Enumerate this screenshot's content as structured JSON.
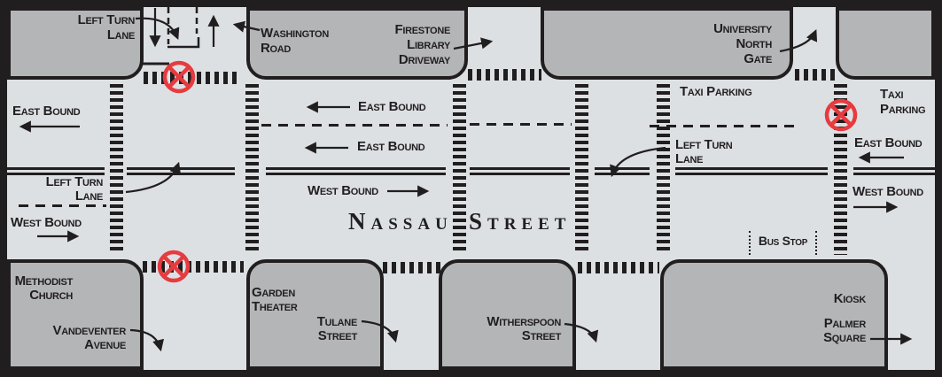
{
  "colors": {
    "street": "#dde0e3",
    "block": "#b4b5b7",
    "ink": "#211e1f",
    "warning_red": "#e63b3f"
  },
  "street_name": {
    "left": "Nassau",
    "right": "Street"
  },
  "roads": {
    "left_turn_top": [
      "Left Turn",
      "Lane"
    ],
    "washington": [
      "Washington",
      "Road"
    ],
    "firestone": [
      "Firestone",
      "Library",
      "Driveway"
    ],
    "university_gate": [
      "University",
      "North",
      "Gate"
    ],
    "methodist": [
      "Methodist",
      "Church"
    ],
    "vandeventer": [
      "Vandeventer",
      "Avenue"
    ],
    "garden_theater": [
      "Garden",
      "Theater"
    ],
    "tulane": [
      "Tulane",
      "Street"
    ],
    "witherspoon": [
      "Witherspoon",
      "Street"
    ],
    "kiosk": "Kiosk",
    "palmer_square": [
      "Palmer",
      "Square"
    ]
  },
  "lanes": {
    "east_bound_left": "East Bound",
    "west_bound_left": "West Bound",
    "left_turn_left": [
      "Left Turn",
      "Lane"
    ],
    "east_bound_mid_upper": "East Bound",
    "east_bound_mid_lower": "East Bound",
    "west_bound_mid": "West Bound",
    "left_turn_right": [
      "Left Turn",
      "Lane"
    ],
    "east_bound_right": "East Bound",
    "west_bound_right": "West Bound",
    "taxi_parking_mid": "Taxi Parking",
    "taxi_parking_right": [
      "Taxi",
      "Parking"
    ],
    "bus_stop": "Bus Stop"
  }
}
